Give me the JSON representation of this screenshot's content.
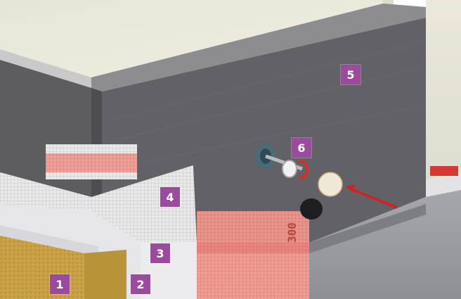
{
  "labels": [
    "1",
    "2",
    "3",
    "4",
    "5",
    "6"
  ],
  "colors": {
    "badge": "#9a4b9c",
    "insulation_board": "#5b5b5e",
    "mesh_strip": "#e07a6c",
    "render_top": "#e8e4d6",
    "mineral_wool": "#c9a24a",
    "fixing_arrow": "#c8262a"
  },
  "icons": [
    "wall-plug-icon",
    "insulating-cap-icon",
    "arrow-icon"
  ],
  "mesh_print": "300"
}
